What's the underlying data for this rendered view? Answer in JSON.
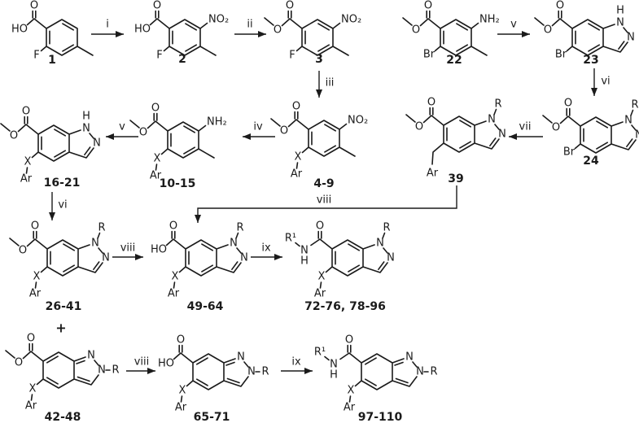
{
  "colors": {
    "background": "#ffffff",
    "line": "#1b1b1b"
  },
  "steps": {
    "i": "i",
    "ii": "ii",
    "iii": "iii",
    "iv": "iv",
    "v": "v",
    "vi": "vi",
    "vii": "vii",
    "viii": "viii",
    "ix": "ix"
  },
  "compounds": {
    "c1": "1",
    "c2": "2",
    "c3": "3",
    "c4_9": "4-9",
    "c10_15": "10-15",
    "c16_21": "16-21",
    "c22": "22",
    "c23": "23",
    "c24": "24",
    "c26_41": "26-41",
    "c39": "39",
    "c42_48": "42-48",
    "c49_64": "49-64",
    "c65_71": "65-71",
    "c72_96": "72-76, 78-96",
    "c97_110": "97-110"
  },
  "atoms": {
    "O": "O",
    "HO": "HO",
    "N": "N",
    "H": "H",
    "F": "F",
    "Br": "Br",
    "NO2": "NO₂",
    "NH2": "NH₂",
    "R": "R",
    "R1": "R¹",
    "X": "X",
    "Ar": "Ar",
    "plus": "+"
  }
}
